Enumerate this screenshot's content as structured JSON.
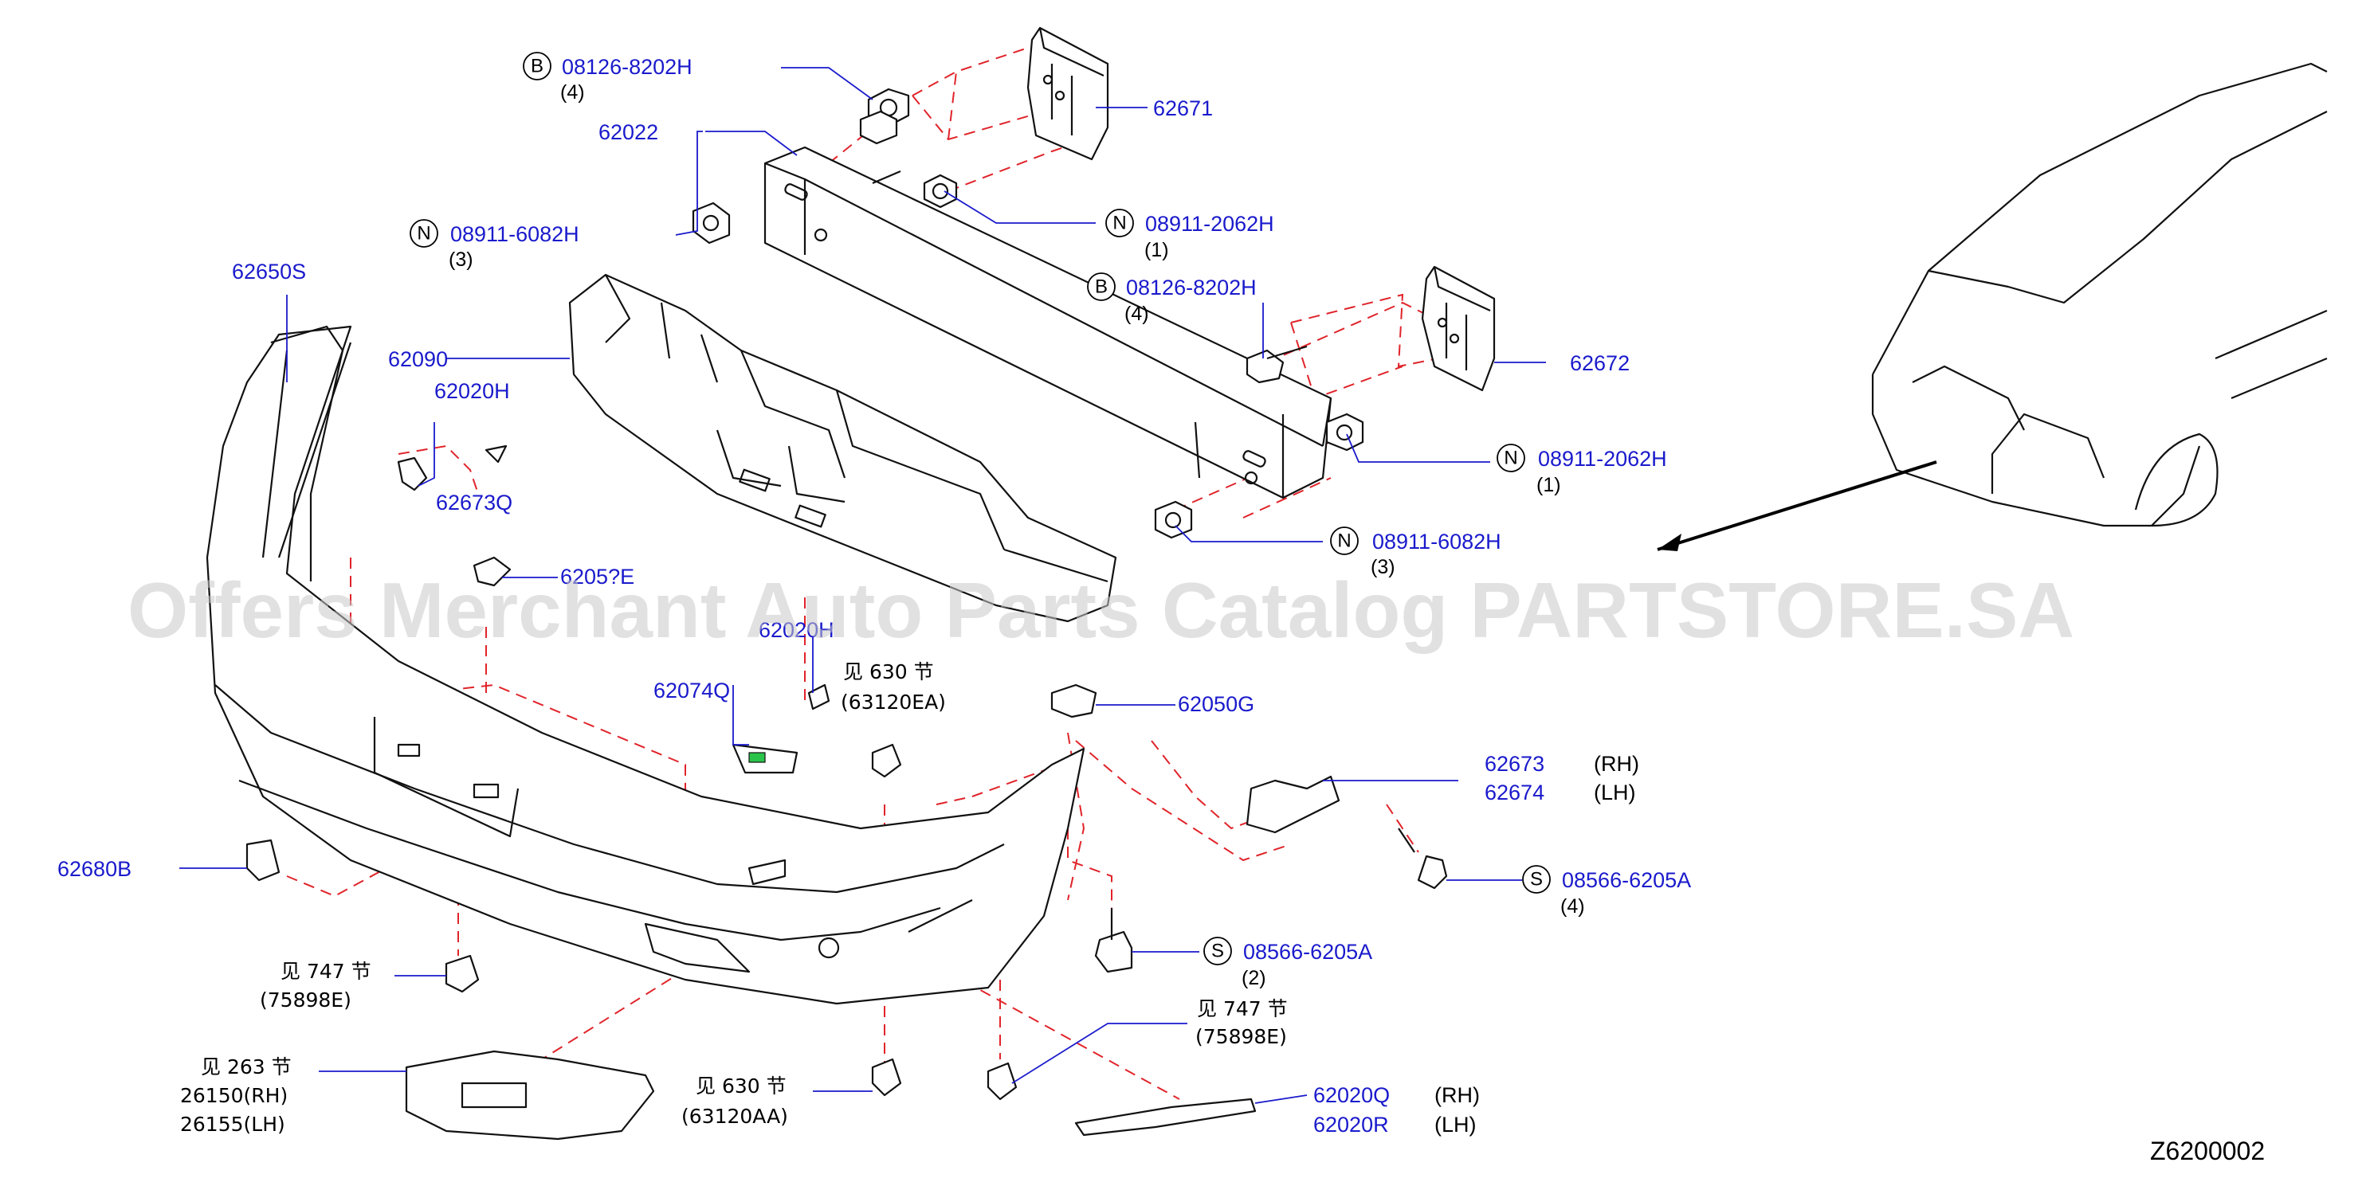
{
  "watermark": "Offers Merchant Auto Parts Catalog PARTSTORE.SA",
  "diagram_code": "Z6200002",
  "labels": {
    "p08126_top": "08126-8202H",
    "p08126_top_qty": "(4)",
    "p62022": "62022",
    "p62671": "62671",
    "p08911_2062_top": "08911-2062H",
    "p08911_2062_top_qty": "(1)",
    "p08911_6082_left": "08911-6082H",
    "p08911_6082_left_qty": "(3)",
    "p08126_mid": "08126-8202H",
    "p08126_mid_qty": "(4)",
    "p62672": "62672",
    "p62650S": "62650S",
    "p62090": "62090",
    "p62020H_a": "62020H",
    "p62673Q": "62673Q",
    "p08911_2062_right": "08911-2062H",
    "p08911_2062_right_qty": "(1)",
    "p08911_6082_right": "08911-6082H",
    "p08911_6082_right_qty": "(3)",
    "p6205xE": "6205?E",
    "p62020H_b": "62020H",
    "ref630_a_1": "见 630   节",
    "ref630_a_2": "(63120EA)",
    "p62074Q": "62074Q",
    "p62050G": "62050G",
    "p62673": "62673",
    "p62673_side": "(RH)",
    "p62674": "62674",
    "p62674_side": "(LH)",
    "p08566_right": "08566-6205A",
    "p08566_right_qty": "(4)",
    "p62680B": "62680B",
    "p08566_mid": "08566-6205A",
    "p08566_mid_qty": "(2)",
    "ref747_a_1": "见 747   节",
    "ref747_a_2": "(75898E)",
    "ref747_b_1": "见 747   节",
    "ref747_b_2": "(75898E)",
    "ref263_1": "见 263   节",
    "ref263_2": "26150(RH)",
    "ref263_3": "26155(LH)",
    "ref630_b_1": "见 630   节",
    "ref630_b_2": "(63120AA)",
    "p62020Q": "62020Q",
    "p62020Q_side": "(RH)",
    "p62020R": "62020R",
    "p62020R_side": "(LH)",
    "circle_B": "B",
    "circle_N": "N",
    "circle_S": "S"
  }
}
